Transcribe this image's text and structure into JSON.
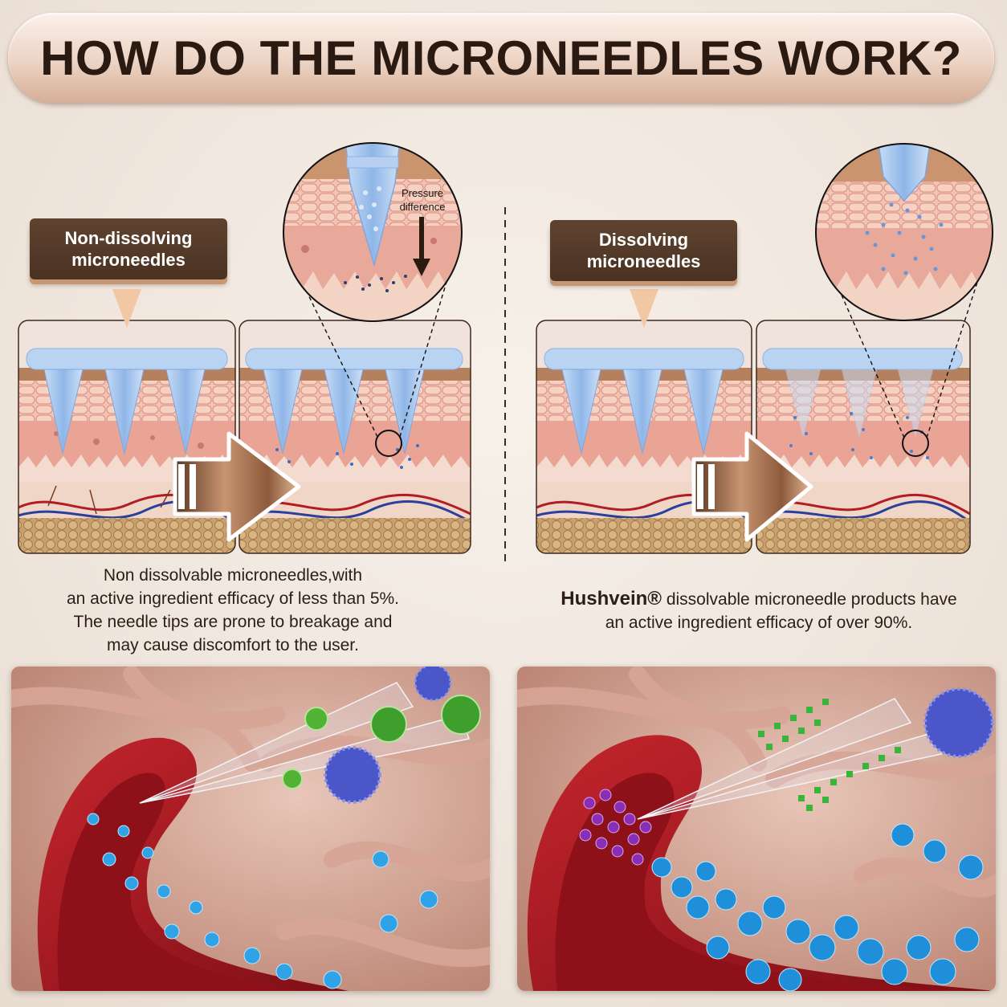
{
  "title": "HOW DO THE MICRONEEDLES WORK?",
  "left": {
    "label": "Non-dissolving\nmicroneedles",
    "zoom_label_1": "Pressure",
    "zoom_label_2": "difference",
    "caption_lines": [
      "Non dissolvable microneedles,with",
      "an active ingredient efficacy of less than 5%.",
      "The needle tips are prone to breakage and",
      "may cause discomfort to the user."
    ]
  },
  "right": {
    "label": "Dissolving\nmicroneedles",
    "brand": "Hushvein®",
    "caption_line_1_rest": " dissolvable microneedle products have",
    "caption_line_2": "an active ingredient efficacy of over 90%."
  },
  "colors": {
    "label_bg": "#523826",
    "label_shadow": "#c69772",
    "needle_blue": "#a9c9ee",
    "skin_pink": "#e9a99a",
    "blood_red": "#a7141d",
    "particle_blue": "#2b8fd6",
    "arrow_copper": "#a8744f"
  }
}
